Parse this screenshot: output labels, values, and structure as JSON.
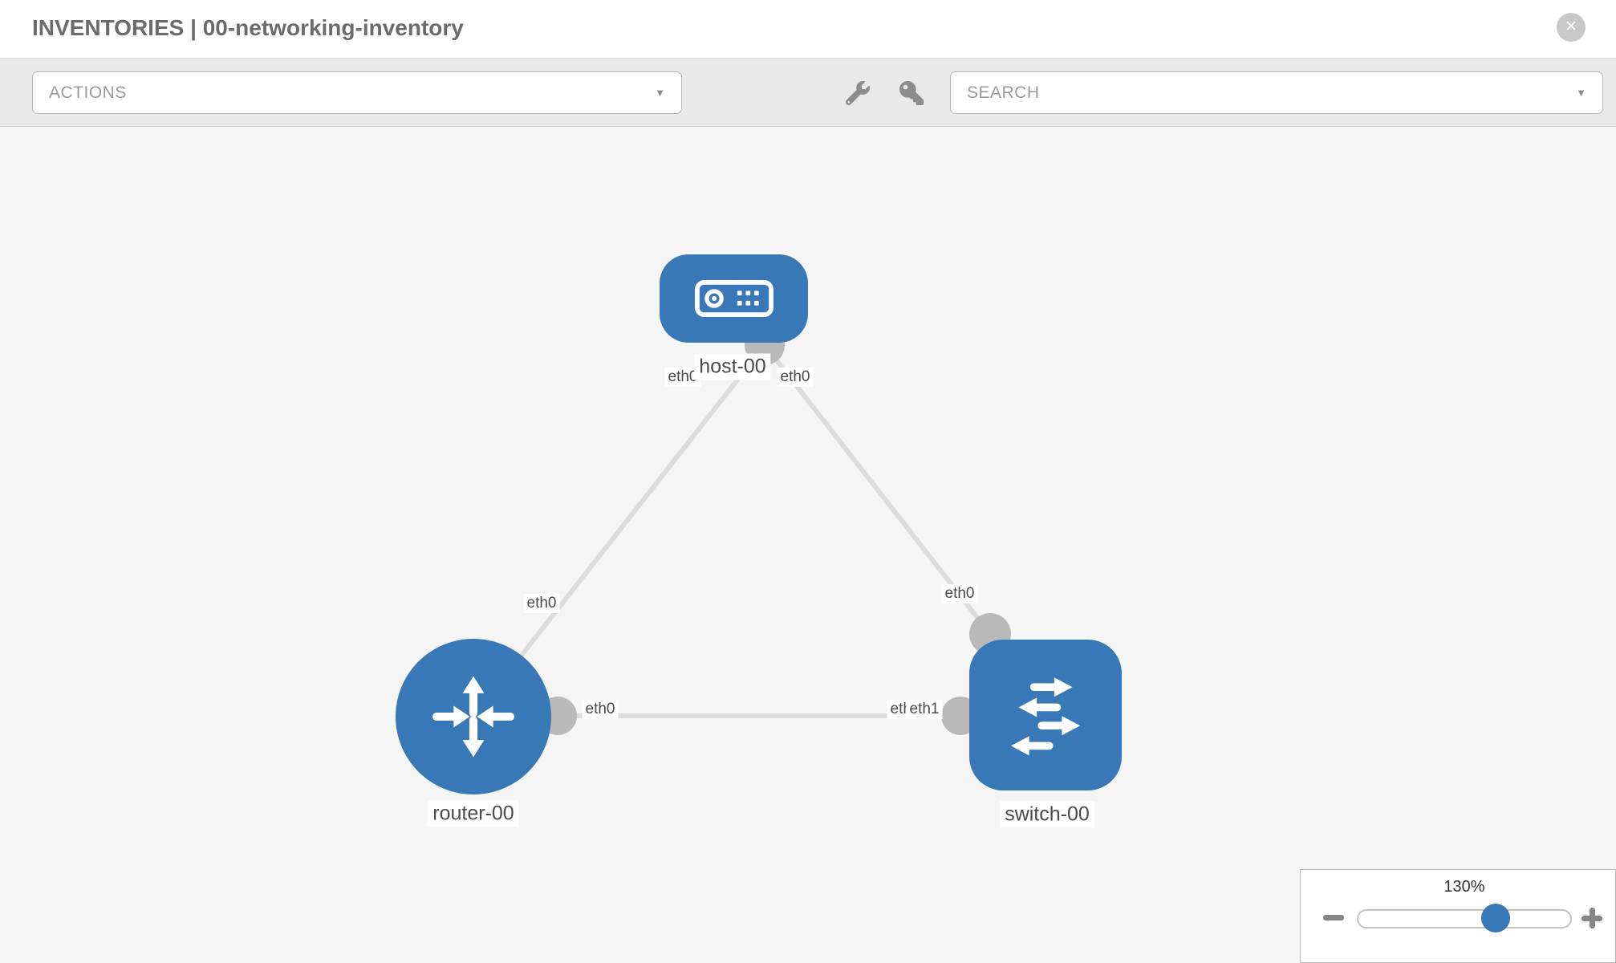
{
  "header": {
    "title": "INVENTORIES | 00-networking-inventory",
    "close_icon_glyph": "✕"
  },
  "toolbar": {
    "actions_label": "ACTIONS",
    "search_placeholder": "SEARCH",
    "caret_glyph": "▼",
    "icons": [
      "wrench-icon",
      "key-icon"
    ]
  },
  "topology": {
    "nodes": [
      {
        "label": "host-00",
        "type": "host",
        "shape": "rounded-rect",
        "icon": "host-icon"
      },
      {
        "label": "router-00",
        "type": "router",
        "shape": "circle",
        "icon": "router-icon"
      },
      {
        "label": "switch-00",
        "type": "switch",
        "shape": "rounded-square",
        "icon": "switch-icon"
      }
    ],
    "links": [
      {
        "from": "host-00",
        "from_if": "eth0",
        "to": "router-00",
        "to_if": "eth0"
      },
      {
        "from": "host-00",
        "from_if": "eth0",
        "to": "switch-00",
        "to_if": "eth0"
      },
      {
        "from": "router-00",
        "from_if": "eth0",
        "to": "switch-00",
        "to_if": "eth1"
      }
    ],
    "labels": {
      "host": "host-00",
      "router": "router-00",
      "switch": "switch-00",
      "host_if_left": "eth0",
      "host_if_right": "eth0",
      "hr_line_if": "eth0",
      "hs_line_if": "eth0",
      "rs_router_if": "eth0",
      "rs_switch_if_under": "eth0",
      "rs_switch_if_over": "eth1"
    }
  },
  "zoom_control": {
    "level": "130%",
    "minus_icon": "minus",
    "plus_icon": "plus"
  },
  "colors": {
    "node_blue": "#3878b7",
    "link_gray": "#dcdcdc",
    "port_gray": "#b9b9b9",
    "toolbar_bg": "#e9e9e9",
    "canvas_bg": "#f5f5f5"
  }
}
